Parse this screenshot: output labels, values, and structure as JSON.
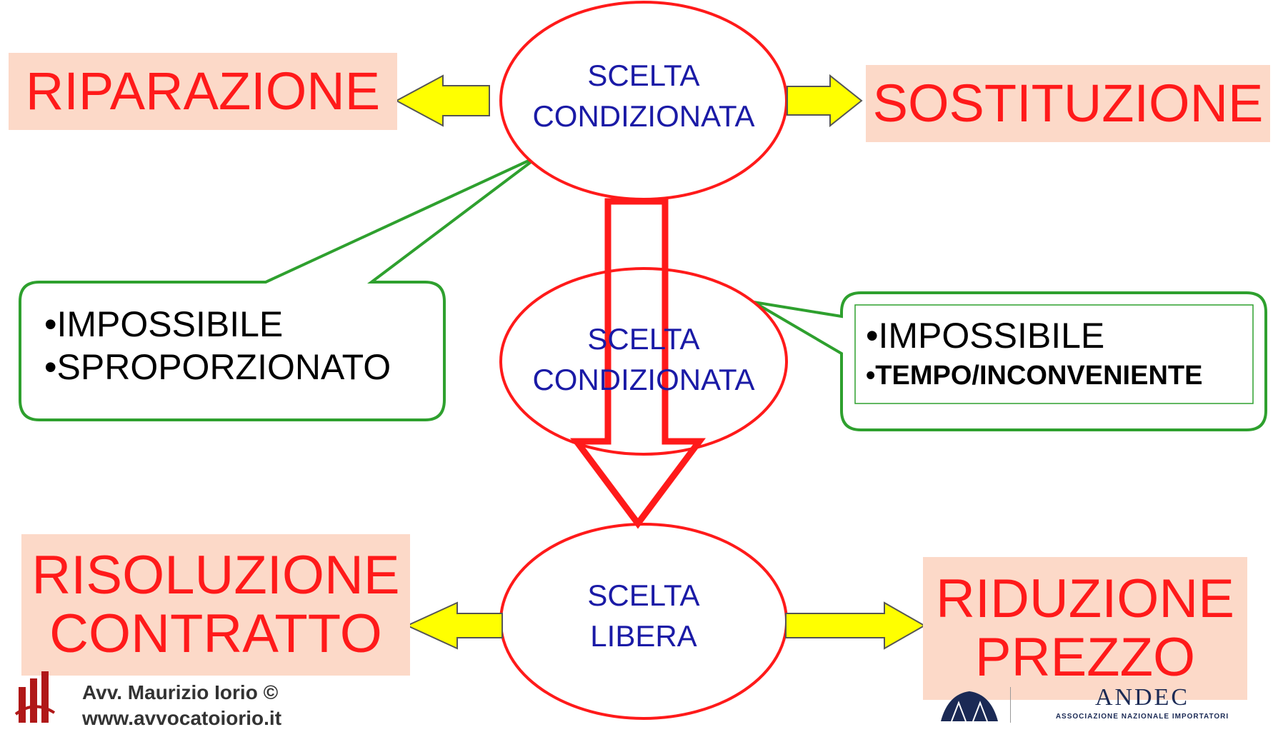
{
  "labels": {
    "riparazione": "RIPARAZIONE",
    "sostituzione": "SOSTITUZIONE",
    "risoluzione_line1": "RISOLUZIONE",
    "risoluzione_line2": "CONTRATTO",
    "riduzione_line1": "RIDUZIONE",
    "riduzione_line2": "PREZZO"
  },
  "ovals": {
    "top_line1": "SCELTA",
    "top_line2": "CONDIZIONATA",
    "middle_line1": "SCELTA",
    "middle_line2": "CONDIZIONATA",
    "bottom_line1": "SCELTA",
    "bottom_line2": "LIBERA"
  },
  "callouts": {
    "left": [
      "•IMPOSSIBILE",
      "•SPROPORZIONATO"
    ],
    "right": [
      "•IMPOSSIBILE",
      "•TEMPO/INCONVENIENTE"
    ]
  },
  "footer": {
    "author": "Avv. Maurizio Iorio ©",
    "website": "www.avvocatoiorio.it",
    "logo_name": "ANDEC",
    "logo_subtitle": "ASSOCIAZIONE NAZIONALE IMPORTATORI"
  },
  "colors": {
    "label_bg": "#fcd9c8",
    "label_text": "#ff1a1a",
    "oval_stroke": "#ff1a1a",
    "oval_text": "#1a1aa6",
    "arrow_fill": "#ffff00",
    "callout_stroke": "#2ea02e"
  }
}
